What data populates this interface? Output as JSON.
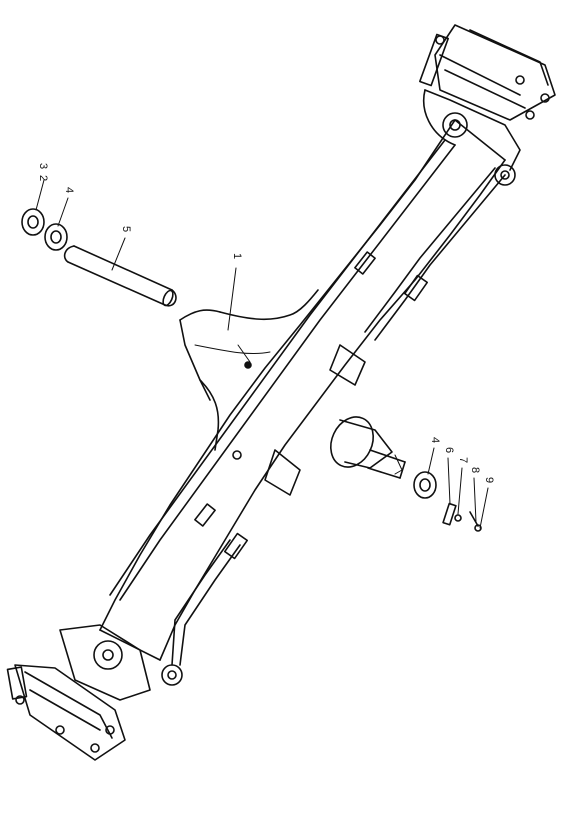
{
  "callouts": [
    {
      "id": "c1",
      "text": "1"
    },
    {
      "id": "c2",
      "text": "2"
    },
    {
      "id": "c3",
      "text": "3"
    },
    {
      "id": "c4a",
      "text": "4"
    },
    {
      "id": "c5",
      "text": "5"
    },
    {
      "id": "c4b",
      "text": "4"
    },
    {
      "id": "c6",
      "text": "6"
    },
    {
      "id": "c7",
      "text": "7"
    },
    {
      "id": "c8",
      "text": "8"
    },
    {
      "id": "c9",
      "text": "9"
    }
  ],
  "colors": {
    "ink": "#111111",
    "paper": "#ffffff"
  }
}
